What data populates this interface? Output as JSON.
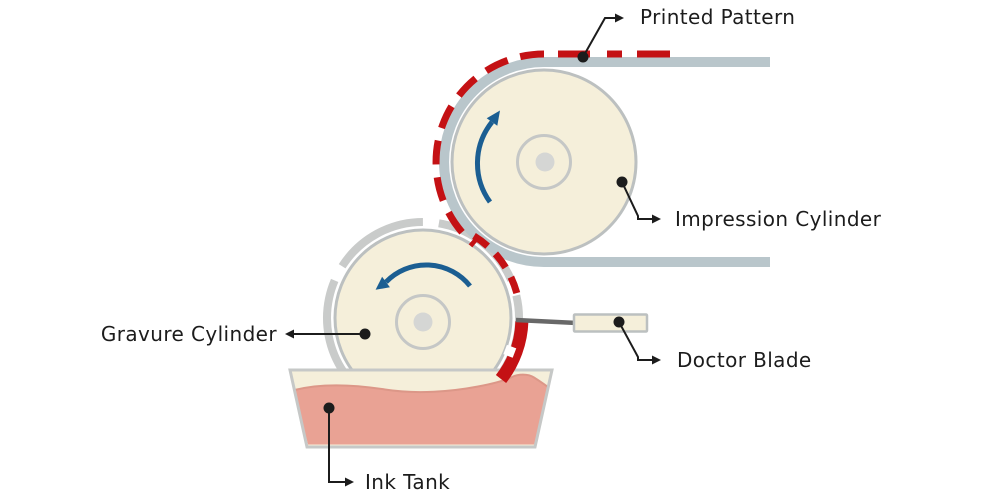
{
  "diagram": {
    "subject": "Gravure printing process diagram"
  },
  "labels": {
    "printed_pattern": "Printed Pattern",
    "impression_cylinder": "Impression Cylinder",
    "gravure_cylinder": "Gravure Cylinder",
    "doctor_blade": "Doctor Blade",
    "ink_tank": "Ink Tank"
  },
  "colors": {
    "background": "#ffffff",
    "cylinder_fill": "#f5efda",
    "cylinder_outline": "#bcc0c0",
    "inner_ring_gray": "#c5c7c6",
    "hub_fill": "#d5d6d4",
    "web_gray": "#b9c6cb",
    "bearer_ring_gray": "#c9cbca",
    "ink_red": "#c41114",
    "ink_salmon": "#e9a294",
    "ink_surface_edge": "#dc9788",
    "rotation_blue": "#1b5e92",
    "blade_gray": "#686868",
    "blade_holder_fill": "#f5efda",
    "tank_outline": "#c6c8c7",
    "label_text": "#1c1c1c"
  },
  "icons": {
    "rotation_arrow": "curved-arrow",
    "leader_dot": "filled-circle",
    "leader_arrowhead": "triangle-arrow"
  }
}
